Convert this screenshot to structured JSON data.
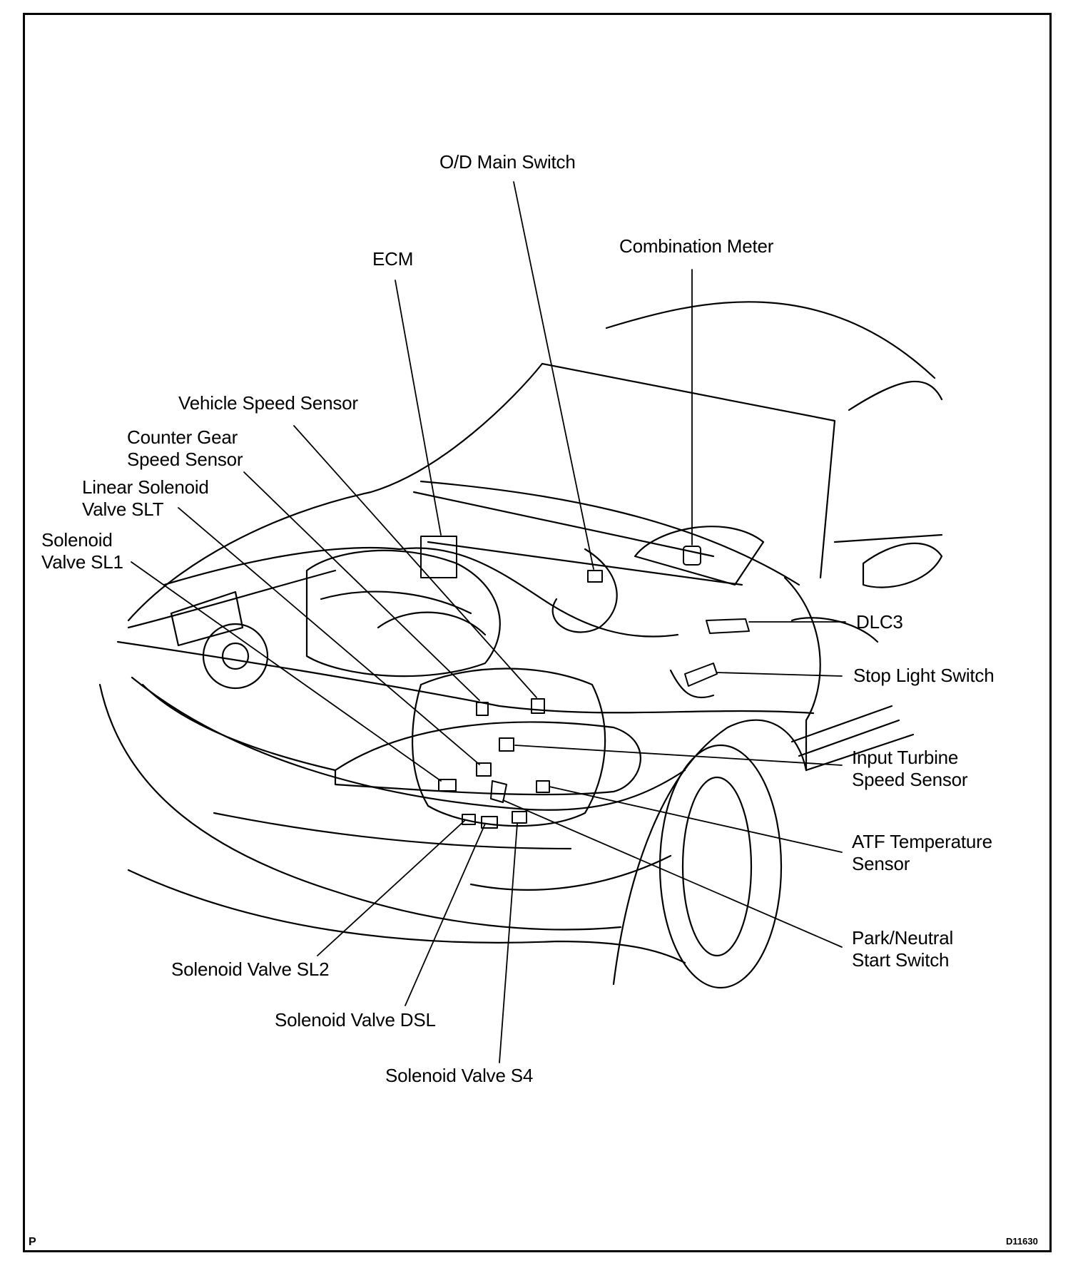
{
  "labels": {
    "od_main_switch": "O/D Main Switch",
    "combination_meter": "Combination Meter",
    "ecm": "ECM",
    "vehicle_speed_sensor": "Vehicle Speed Sensor",
    "counter_gear_speed_sensor": [
      "Counter Gear",
      "Speed Sensor"
    ],
    "linear_solenoid_valve_slt": [
      "Linear Solenoid",
      "Valve SLT"
    ],
    "solenoid_valve_sl1": [
      "Solenoid",
      "Valve SL1"
    ],
    "dlc3": "DLC3",
    "stop_light_switch": "Stop Light Switch",
    "input_turbine_speed_sensor": [
      "Input Turbine",
      "Speed Sensor"
    ],
    "atf_temperature_sensor": [
      "ATF Temperature",
      "Sensor"
    ],
    "park_neutral_start_switch": [
      "Park/Neutral",
      "Start Switch"
    ],
    "solenoid_valve_sl2": "Solenoid Valve SL2",
    "solenoid_valve_dsl": "Solenoid Valve DSL",
    "solenoid_valve_s4": "Solenoid Valve S4"
  },
  "corner_left": "P",
  "corner_right": "D11630"
}
